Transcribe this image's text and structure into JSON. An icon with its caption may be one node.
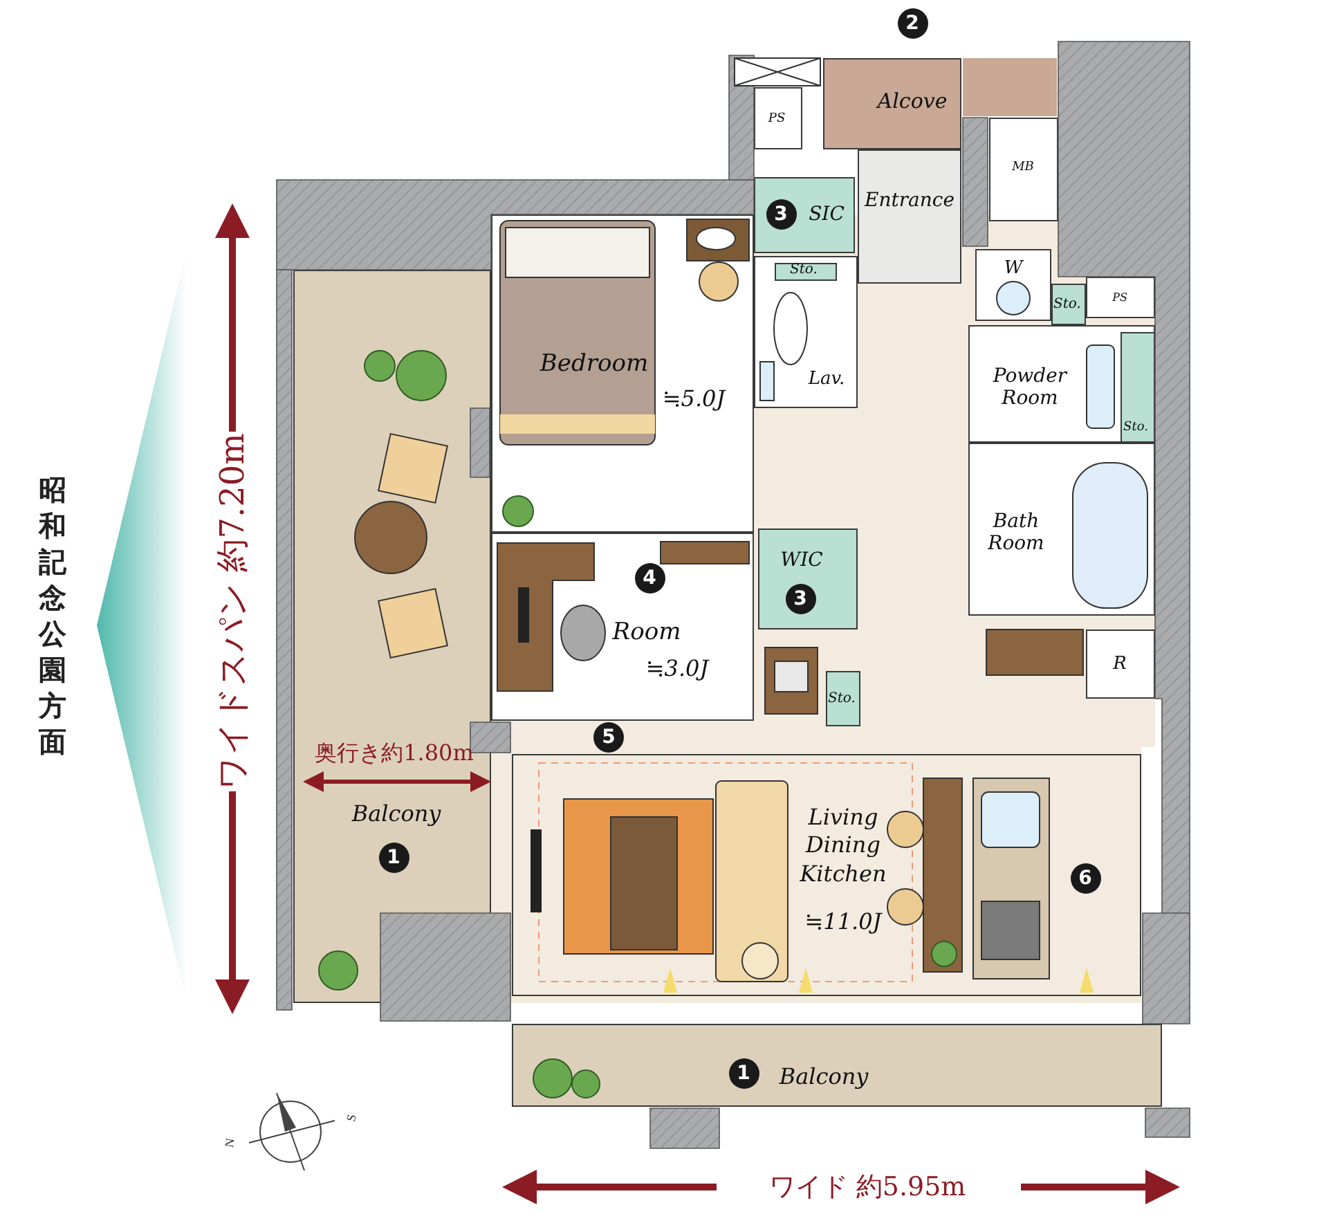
{
  "diagram": {
    "nodes": [
      {
        "text": [
          "Alcove"
        ],
        "beside": [
          "2"
        ]
      },
      {
        "text": [
          "PS"
        ]
      },
      {
        "text": [
          "MB"
        ]
      },
      {
        "text": [
          "3",
          "SIC"
        ]
      },
      {
        "text": [
          "Entrance"
        ]
      },
      {
        "text": [
          "Lav."
        ]
      },
      {
        "text": [
          "Sto."
        ],
        "in": 5
      },
      {
        "text": [
          "Bedroom",
          "≒5.0J"
        ]
      },
      {
        "text": [
          "W"
        ]
      },
      {
        "text": [
          "Sto."
        ]
      },
      {
        "text": [
          "PS"
        ]
      },
      {
        "text": [
          "Powder Room"
        ]
      },
      {
        "text": [
          "Sto."
        ],
        "in": 11
      },
      {
        "text": [
          "Bath Room"
        ]
      },
      {
        "text": [
          "4",
          "Room",
          "≒3.0J"
        ]
      },
      {
        "text": [
          "WIC",
          "3"
        ]
      },
      {
        "text": [
          "Sto."
        ]
      },
      {
        "text": [
          "R"
        ]
      },
      {
        "text": [
          "Balcony",
          "1"
        ]
      },
      {
        "text": [
          "Living Dining Kitchen",
          "≒11.0J",
          "6"
        ]
      },
      {
        "text": [
          "1",
          "Balcony"
        ]
      }
    ],
    "labels": [
      "ワイドスパン 約7.20m",
      "昭和記念公園方面",
      "5",
      "奥行き約1.80m",
      "N",
      "S",
      "ワイド 約5.95m"
    ]
  }
}
